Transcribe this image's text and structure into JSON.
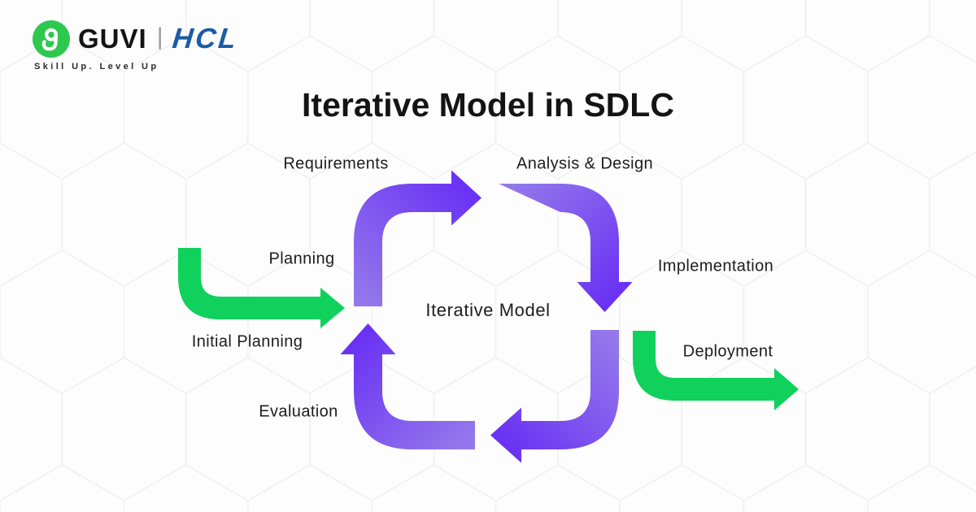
{
  "brand": {
    "guvi": "GUVI",
    "divider": "|",
    "hcl": "HCL",
    "tagline": "Skill Up. Level Up"
  },
  "title": "Iterative Model in SDLC",
  "diagram": {
    "center_label": "Iterative Model",
    "labels": {
      "requirements": "Requirements",
      "analysis_design": "Analysis & Design",
      "implementation": "Implementation",
      "deployment": "Deployment",
      "evaluation": "Evaluation",
      "planning": "Planning",
      "initial_planning": "Initial Planning"
    },
    "flow": {
      "entry_arrow": "Initial Planning",
      "cycle_arrows_clockwise": [
        "Requirements",
        "Analysis & Design",
        "Implementation",
        "Evaluation"
      ],
      "exit_arrow": "Deployment"
    }
  },
  "colors": {
    "background": "#fdfdfd",
    "hex_pattern": "#efefef",
    "arrow_purple_light": "#9478eb",
    "arrow_purple_dark": "#6930f4",
    "arrow_green": "#0fd15b",
    "logo_green": "#2ec84f",
    "hcl_blue": "#1a5ca5"
  }
}
